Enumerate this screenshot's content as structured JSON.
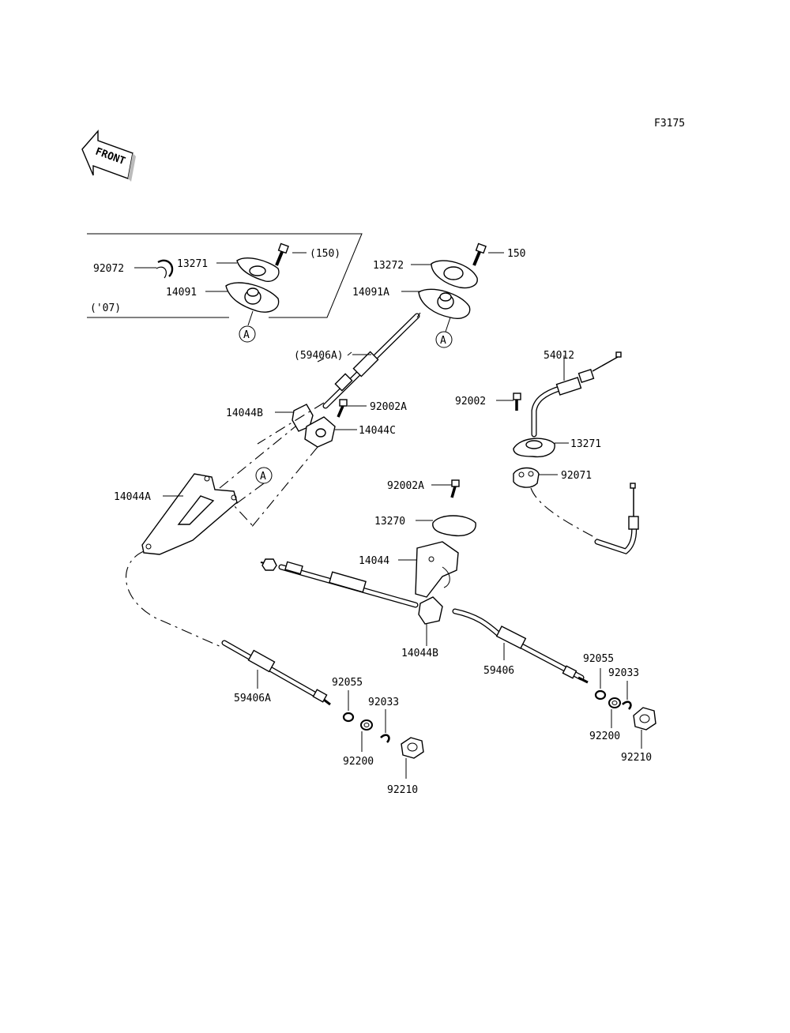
{
  "figure_code": "F3175",
  "front_arrow_text": "FRONT",
  "inset_note": "('07)",
  "ref_circle_letter": "A",
  "labels": {
    "p92072": "92072",
    "p13271_inset": "13271",
    "p150_inset": "(150)",
    "p14091": "14091",
    "p13272": "13272",
    "p150": "150",
    "p14091A": "14091A",
    "p59406A_top": "(59406A)",
    "p14044B_top": "14044B",
    "p92002A_top": "92002A",
    "p14044C": "14044C",
    "p14044A": "14044A",
    "p54012": "54012",
    "p92002": "92002",
    "p13271": "13271",
    "p92071": "92071",
    "p92002A_mid": "92002A",
    "p13270": "13270",
    "p14044": "14044",
    "p14044B_mid": "14044B",
    "p59406": "59406",
    "p59406A_bottom": "59406A",
    "p92055_left": "92055",
    "p92033_left": "92033",
    "p92200_left": "92200",
    "p92210_left": "92210",
    "p92055_right": "92055",
    "p92033_right": "92033",
    "p92200_right": "92200",
    "p92210_right": "92210"
  }
}
